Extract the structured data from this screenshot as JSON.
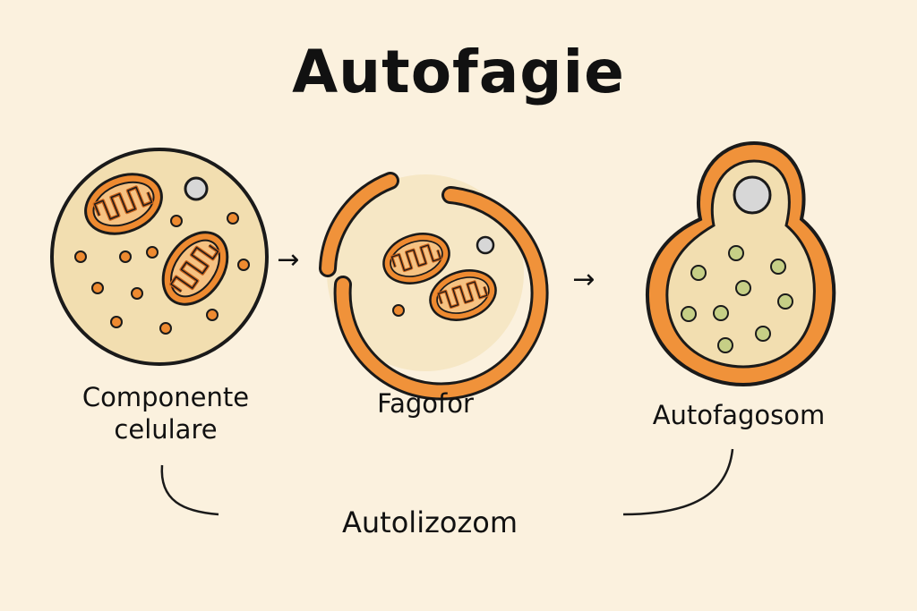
{
  "title": "Autofagie",
  "stages": [
    {
      "id": "cellular-components",
      "label_line1": "Componente",
      "label_line2": "celulare"
    },
    {
      "id": "phagophore",
      "label": "Fagofor"
    },
    {
      "id": "autophagosome",
      "label": "Autofagosom"
    }
  ],
  "bottom_label": "Autolizozom",
  "arrows": [
    "→",
    "→"
  ],
  "colors": {
    "background": "#fbf1de",
    "cytoplasm": "#f2deb0",
    "membrane_orange": "#f0923a",
    "mitochondria": "#ee8a30",
    "vesicle_grey": "#d7d7d7",
    "granule_green": "#c6cf86",
    "outline": "#1a1a1a"
  }
}
